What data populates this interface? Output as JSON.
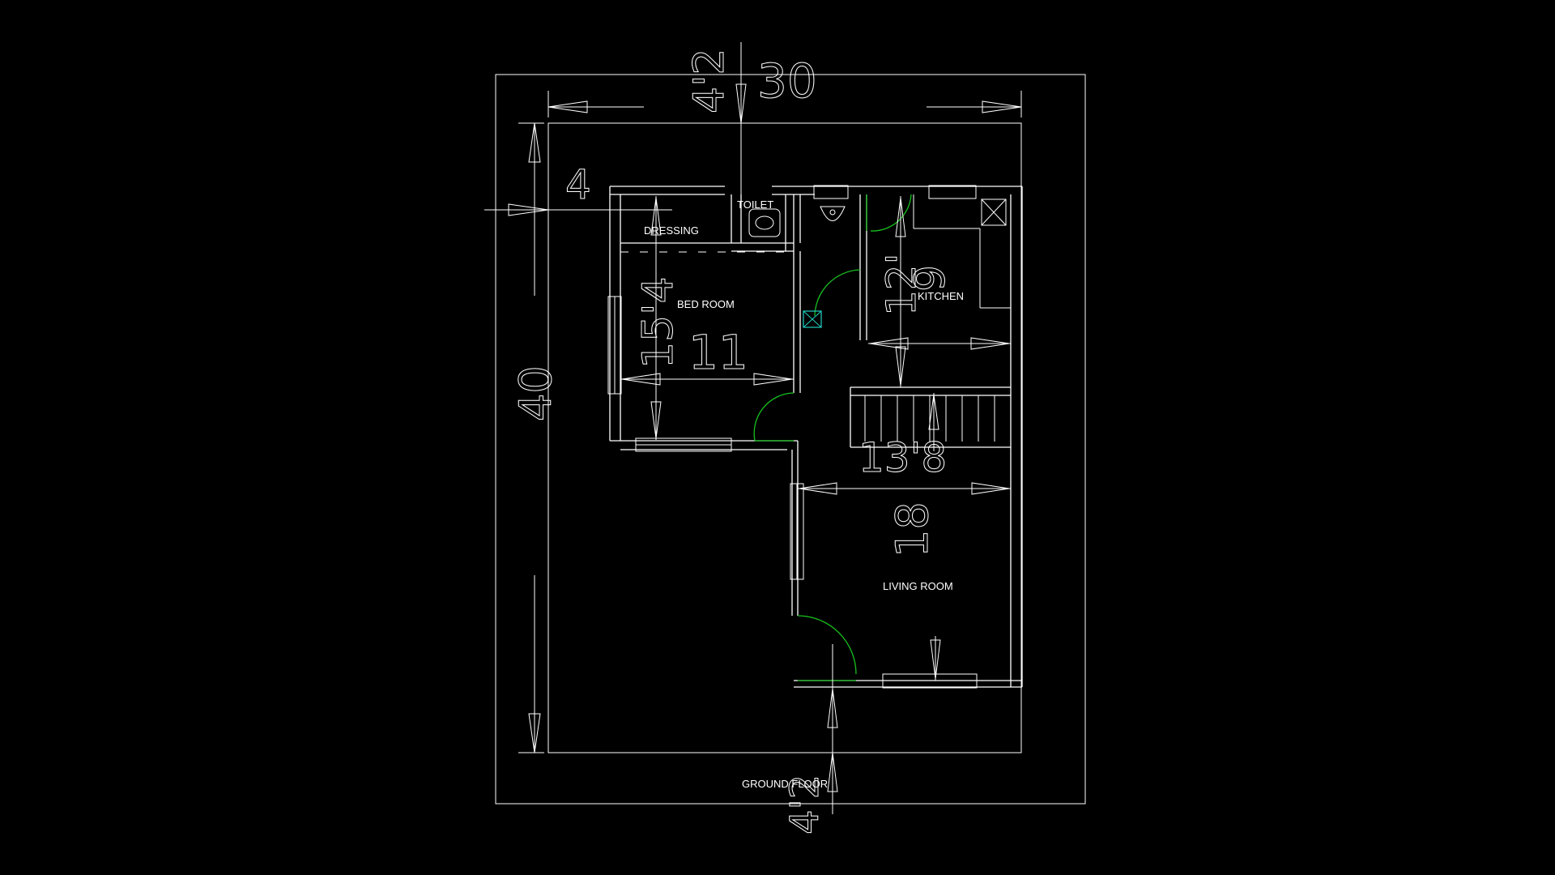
{
  "drawing": {
    "room_labels": {
      "toilet": "TOILET",
      "dressing": "DRESSING",
      "bed_room": "BED ROOM",
      "kitchen": "KITCHEN",
      "living_room": "LIVING ROOM",
      "ground_floor": "GROUND FLOOR"
    },
    "dimensions": {
      "top_offset": "4'2",
      "plot_width": "30",
      "left_offset": "4",
      "plot_depth": "40",
      "bed_room_depth": "15'4",
      "bed_room_width": "11",
      "kitchen_depth": "12'",
      "kitchen_width": "9",
      "stair": "13'8",
      "living_room": "18",
      "bottom_offset": "4'2"
    },
    "colors": {
      "background": "#000000",
      "lines": "#ffffff",
      "doors": "#18c020",
      "sink": "#20d0c0"
    }
  }
}
